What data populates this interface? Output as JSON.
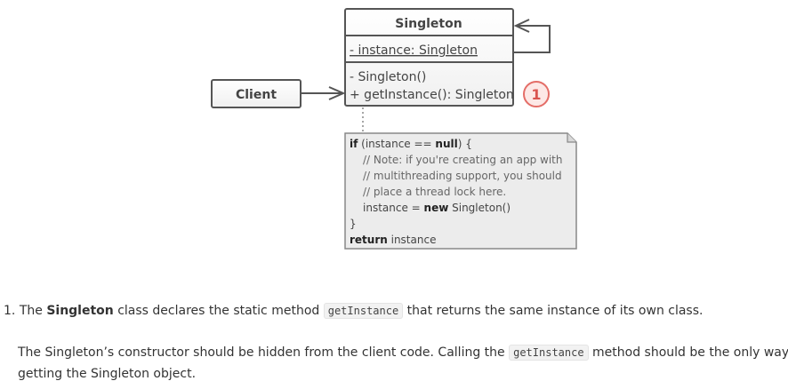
{
  "diagram": {
    "singleton_class": {
      "name": "Singleton",
      "attributes": [
        "- instance: Singleton"
      ],
      "methods": [
        "- Singleton()",
        "+ getInstance(): Singleton"
      ]
    },
    "client_class": {
      "name": "Client"
    },
    "step_badge": "1",
    "note": {
      "line1_kw": "if",
      "line1_a": " (instance == ",
      "line1_kw2": "null",
      "line1_b": ") {",
      "comment1": "// Note: if you're creating an app with",
      "comment2": "// multithreading support, you should",
      "comment3": "// place a thread lock here.",
      "line5_a": "instance = ",
      "line5_kw": "new",
      "line5_b": " Singleton()",
      "line6": "}",
      "line7_kw": "return",
      "line7_b": " instance"
    }
  },
  "description": {
    "item1": {
      "number": "1.",
      "pre": "The ",
      "bold": "Singleton",
      "mid": " class declares the static method ",
      "code": "getInstance",
      "post": " that returns the same instance of its own class."
    },
    "para2": {
      "pre": "The Singleton’s constructor should be hidden from the client code. Calling the ",
      "code": "getInstance",
      "post_line1": " method should be the only way of",
      "line2": "getting the Singleton object."
    }
  }
}
